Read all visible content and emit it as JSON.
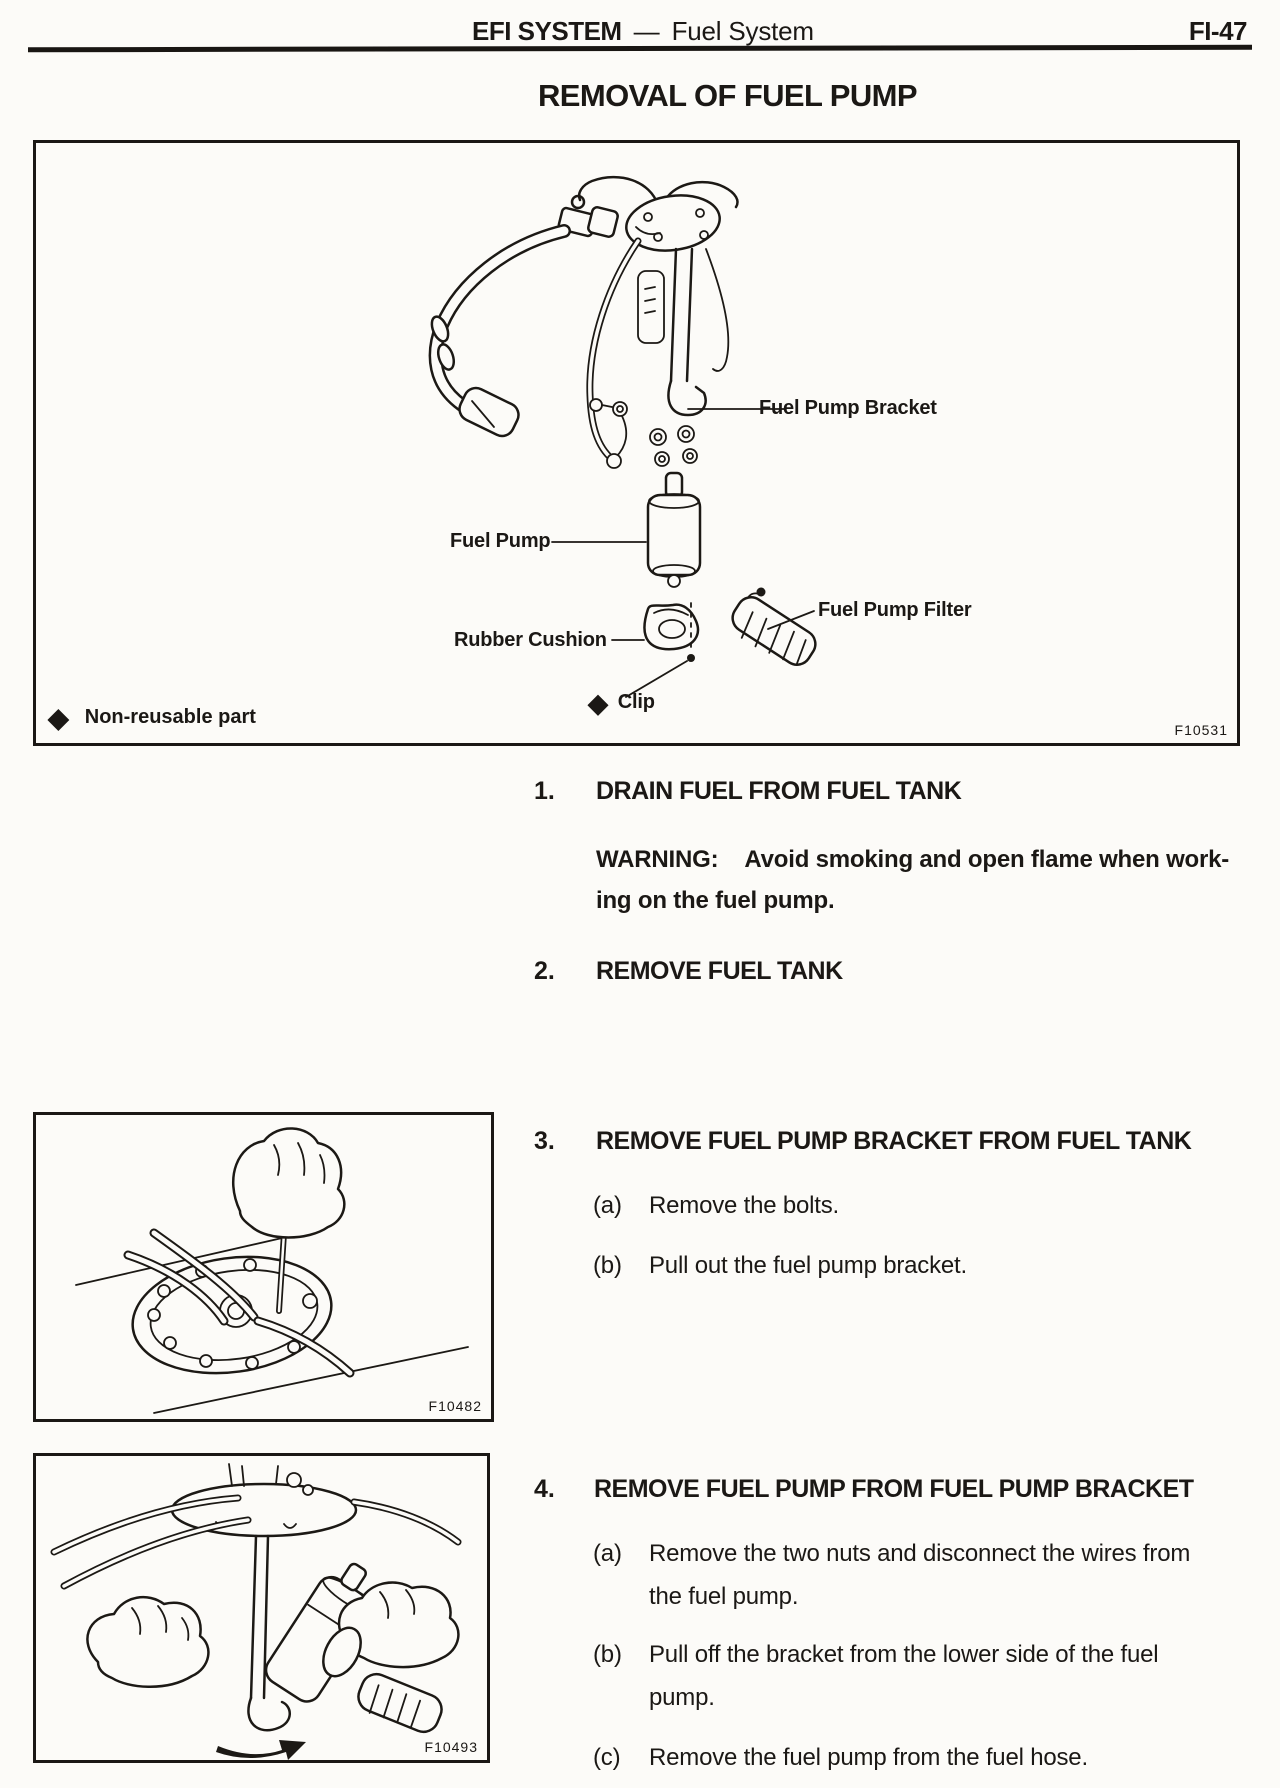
{
  "header": {
    "section": "EFI SYSTEM",
    "separator": "—",
    "subsection": "Fuel System",
    "page_number": "FI-47"
  },
  "title": "REMOVAL OF FUEL PUMP",
  "figure_main": {
    "labels": {
      "fuel_pump_bracket": "Fuel Pump Bracket",
      "fuel_pump": "Fuel Pump",
      "fuel_pump_filter": "Fuel Pump Filter",
      "rubber_cushion": "Rubber Cushion",
      "clip": "Clip"
    },
    "diamond": "◆",
    "legend": "Non-reusable part",
    "figure_number": "F10531"
  },
  "figure_step3": {
    "figure_number": "F10482"
  },
  "figure_step4": {
    "figure_number": "F10493"
  },
  "steps": [
    {
      "num": "1.",
      "heading": "DRAIN FUEL FROM FUEL TANK",
      "warning_label": "WARNING:",
      "warning_line1": "Avoid smoking and open flame when work-",
      "warning_line2": "ing on the fuel pump."
    },
    {
      "num": "2.",
      "heading": "REMOVE FUEL TANK"
    },
    {
      "num": "3.",
      "heading": "REMOVE FUEL PUMP BRACKET FROM FUEL TANK",
      "subs": [
        {
          "tag": "(a)",
          "line1": "Remove the bolts."
        },
        {
          "tag": "(b)",
          "line1": "Pull out the fuel pump bracket."
        }
      ]
    },
    {
      "num": "4.",
      "heading": "REMOVE FUEL PUMP FROM FUEL PUMP BRACKET",
      "subs": [
        {
          "tag": "(a)",
          "line1": "Remove the two nuts and disconnect the wires from",
          "line2": "the fuel pump."
        },
        {
          "tag": "(b)",
          "line1": "Pull off the bracket from the lower side of the fuel",
          "line2": "pump."
        },
        {
          "tag": "(c)",
          "line1": "Remove the fuel pump from the fuel hose."
        }
      ]
    }
  ]
}
